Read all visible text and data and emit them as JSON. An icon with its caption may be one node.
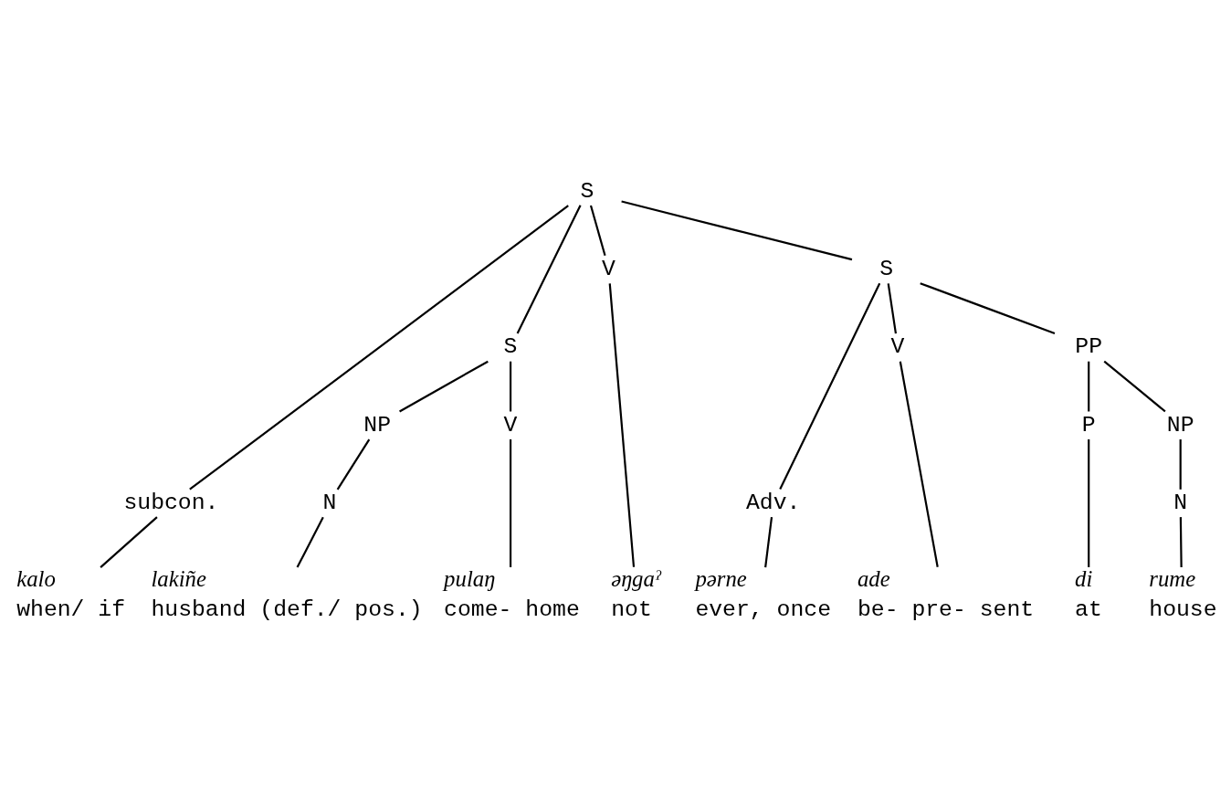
{
  "diagram": {
    "nodes": [
      {
        "text": [
          "S"
        ]
      },
      {
        "text": [
          "subcon."
        ]
      },
      {
        "text": [
          "S"
        ]
      },
      {
        "text": [
          "V"
        ]
      },
      {
        "text": [
          "S"
        ]
      },
      {
        "text": [
          "kalo",
          "when/ if"
        ]
      },
      {
        "text": [
          "NP"
        ]
      },
      {
        "text": [
          "V"
        ]
      },
      {
        "text": [
          "Adv."
        ]
      },
      {
        "text": [
          "V"
        ]
      },
      {
        "text": [
          "PP"
        ]
      },
      {
        "text": [
          "N"
        ]
      },
      {
        "text": [
          "P"
        ]
      },
      {
        "text": [
          "NP"
        ]
      },
      {
        "text": [
          "lakiñe",
          "husband (def./ pos.)"
        ]
      },
      {
        "text": [
          "pulaŋ",
          "come- home"
        ]
      },
      {
        "text": [
          "əŋgaˀ",
          "not"
        ]
      },
      {
        "text": [
          "pərne",
          "ever, once"
        ]
      },
      {
        "text": [
          "ade",
          "be- pre- sent"
        ]
      },
      {
        "text": [
          "di",
          "at"
        ]
      },
      {
        "text": [
          "N"
        ]
      },
      {
        "text": [
          "rume",
          "house"
        ]
      }
    ],
    "edges": [
      {
        "from": 0,
        "to": 1,
        "arrow": "none"
      },
      {
        "from": 0,
        "to": 2,
        "arrow": "none"
      },
      {
        "from": 0,
        "to": 3,
        "arrow": "none"
      },
      {
        "from": 0,
        "to": 4,
        "arrow": "none"
      },
      {
        "from": 1,
        "to": 5,
        "arrow": "none"
      },
      {
        "from": 2,
        "to": 6,
        "arrow": "none"
      },
      {
        "from": 2,
        "to": 7,
        "arrow": "none"
      },
      {
        "from": 3,
        "to": 16,
        "arrow": "none"
      },
      {
        "from": 4,
        "to": 8,
        "arrow": "none"
      },
      {
        "from": 4,
        "to": 9,
        "arrow": "none"
      },
      {
        "from": 4,
        "to": 10,
        "arrow": "none"
      },
      {
        "from": 6,
        "to": 11,
        "arrow": "none"
      },
      {
        "from": 11,
        "to": 14,
        "arrow": "none"
      },
      {
        "from": 7,
        "to": 15,
        "arrow": "none"
      },
      {
        "from": 8,
        "to": 17,
        "arrow": "none"
      },
      {
        "from": 9,
        "to": 18,
        "arrow": "none"
      },
      {
        "from": 10,
        "to": 12,
        "arrow": "none"
      },
      {
        "from": 10,
        "to": 13,
        "arrow": "none"
      },
      {
        "from": 12,
        "to": 19,
        "arrow": "none"
      },
      {
        "from": 13,
        "to": 20,
        "arrow": "none"
      },
      {
        "from": 20,
        "to": 21,
        "arrow": "none"
      }
    ]
  }
}
